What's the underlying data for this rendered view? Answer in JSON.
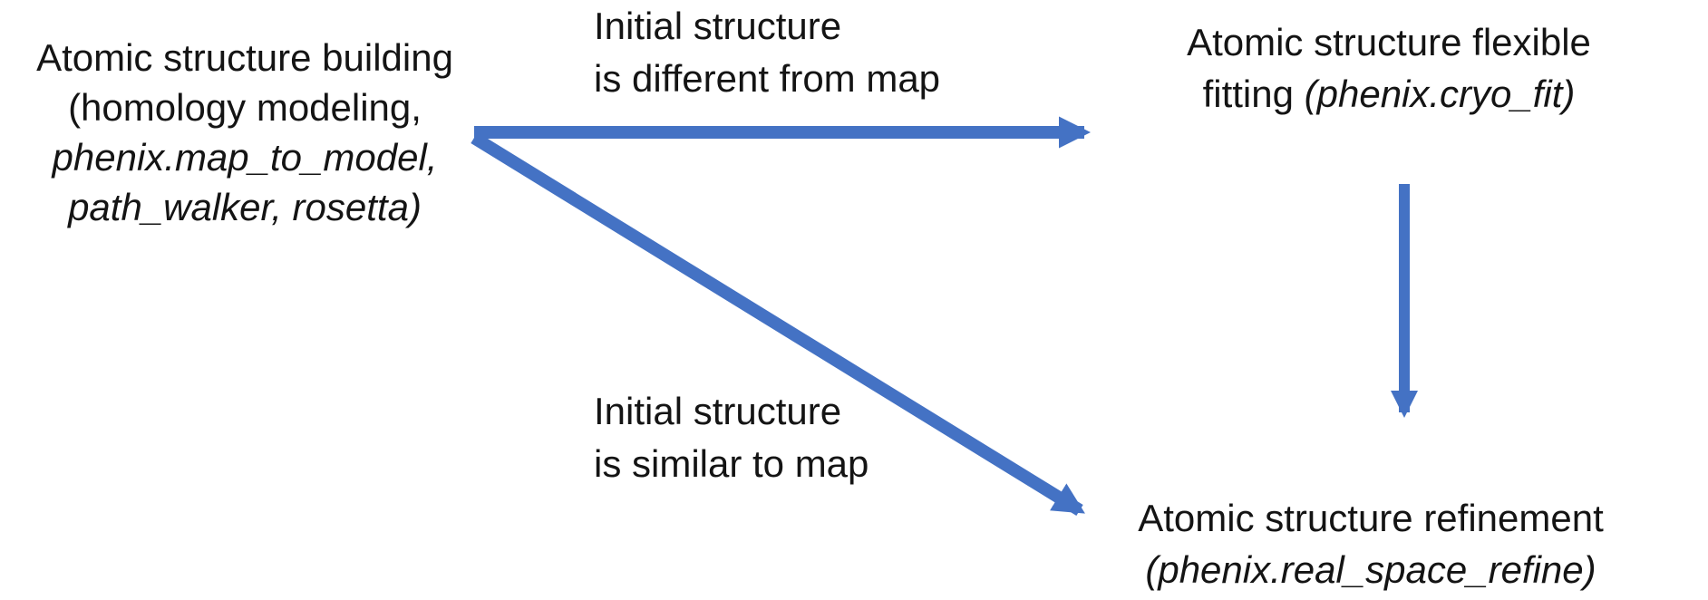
{
  "colors": {
    "arrow": "#4472C4",
    "text": "#141414",
    "background": "#ffffff"
  },
  "nodes": {
    "building": {
      "line1": "Atomic structure building",
      "line2": "(homology modeling,",
      "line3": "phenix.map_to_model,",
      "line4": "path_walker, rosetta)"
    },
    "fitting": {
      "line1": "Atomic structure flexible",
      "line2_regular": "fitting ",
      "line2_italic": "(phenix.cryo_fit)"
    },
    "refinement": {
      "line1": "Atomic structure refinement",
      "line2_italic": "(phenix.real_space_refine)"
    }
  },
  "labels": {
    "different": {
      "line1": "Initial structure",
      "line2": "is different from map"
    },
    "similar": {
      "line1": "Initial structure",
      "line2": "is similar to map"
    }
  }
}
